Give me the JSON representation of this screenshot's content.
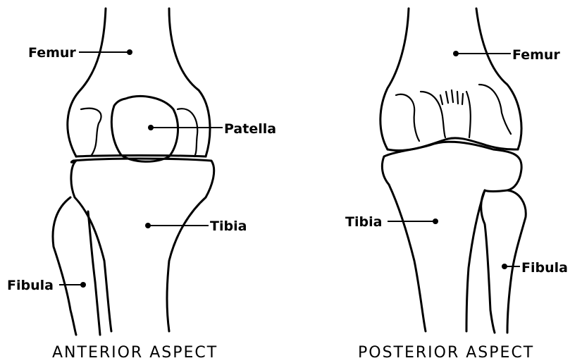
{
  "anterior": {
    "caption": "ANTERIOR ASPECT",
    "labels": {
      "femur": "Femur",
      "patella": "Patella",
      "tibia": "Tibia",
      "fibula": "Fibula"
    }
  },
  "posterior": {
    "caption": "POSTERIOR ASPECT",
    "labels": {
      "femur": "Femur",
      "tibia": "Tibia",
      "fibula": "Fibula"
    }
  }
}
